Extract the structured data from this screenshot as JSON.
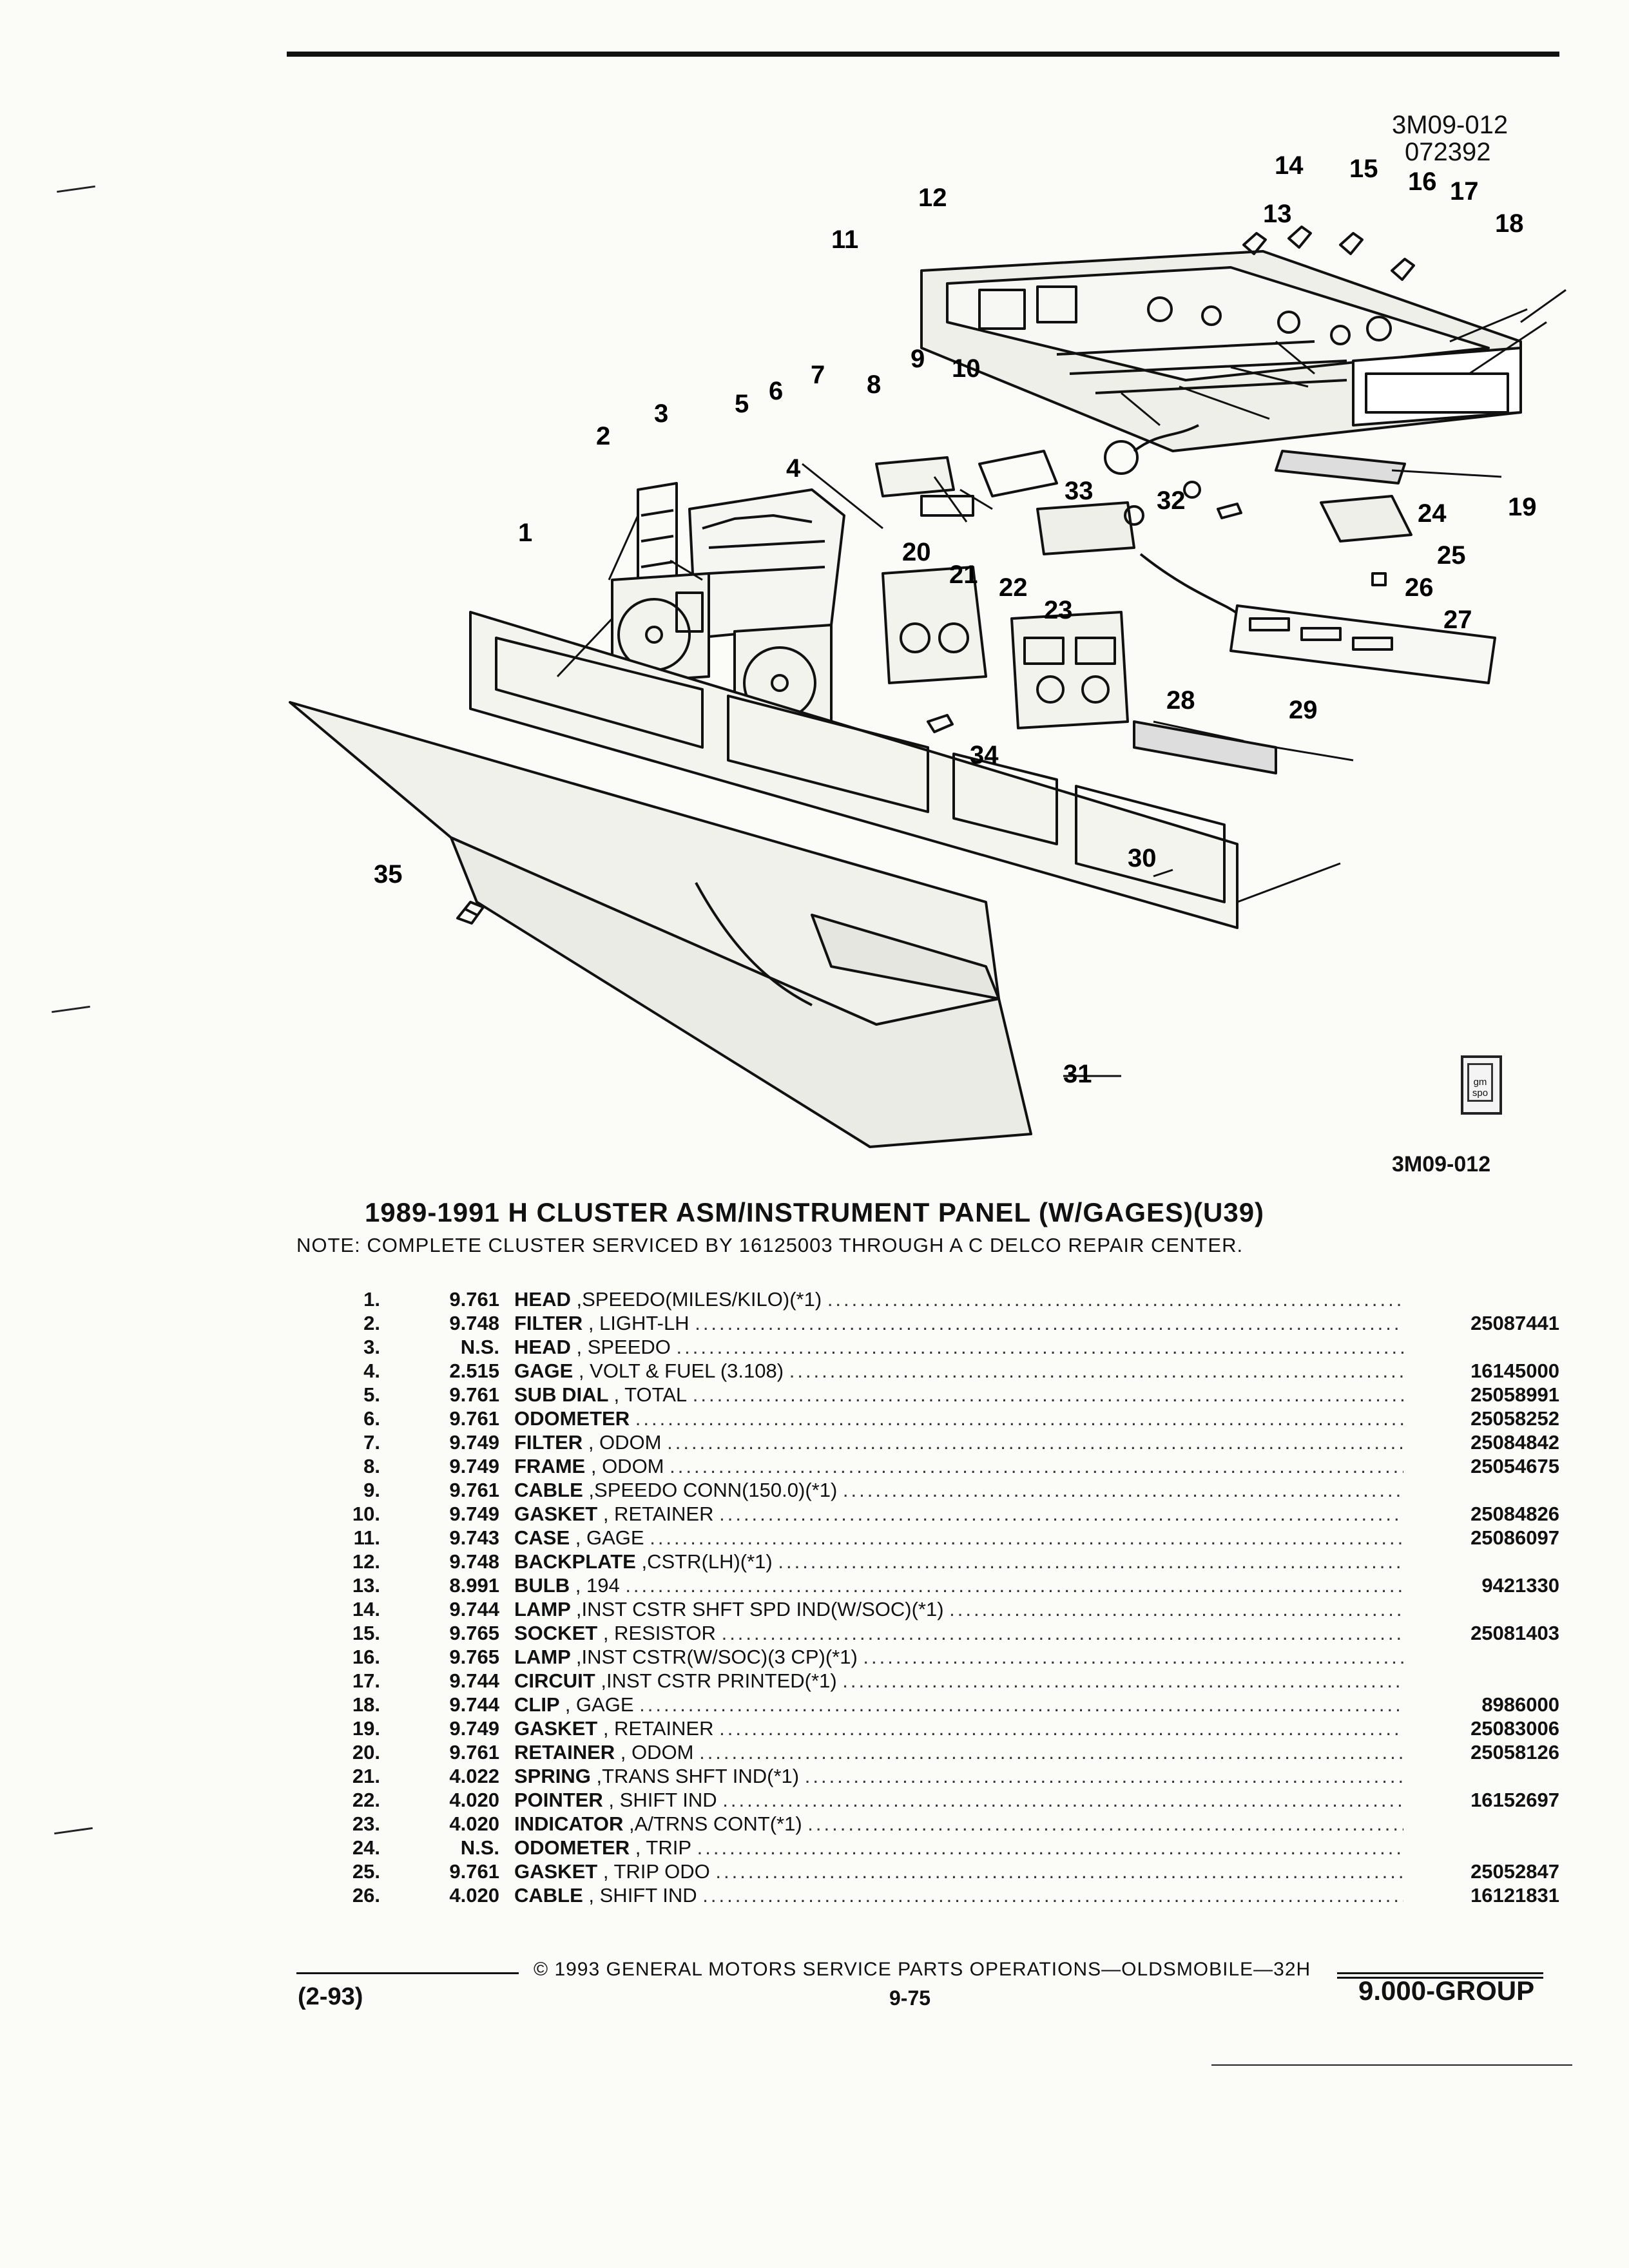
{
  "reference": {
    "top_code": "3M09-012",
    "top_date": "072392",
    "bottom_code": "3M09-012"
  },
  "diagram": {
    "callouts": [
      "1",
      "2",
      "3",
      "4",
      "5",
      "6",
      "7",
      "8",
      "9",
      "10",
      "11",
      "12",
      "13",
      "14",
      "15",
      "16",
      "17",
      "18",
      "19",
      "20",
      "21",
      "22",
      "23",
      "24",
      "25",
      "26",
      "27",
      "28",
      "29",
      "30",
      "31",
      "32",
      "33",
      "34",
      "35"
    ]
  },
  "logo": {
    "text": "gm spo"
  },
  "title": "1989-1991 H CLUSTER ASM/INSTRUMENT PANEL (W/GAGES)(U39)",
  "note": "NOTE:  COMPLETE CLUSTER SERVICED BY 16125003 THROUGH A C DELCO REPAIR CENTER.",
  "parts": [
    {
      "num": "1.",
      "group": "9.761",
      "name": "HEAD",
      "desc": ",SPEEDO(MILES/KILO)(*1)",
      "part_no": ""
    },
    {
      "num": "2.",
      "group": "9.748",
      "name": "FILTER",
      "desc": ", LIGHT-LH",
      "part_no": "25087441"
    },
    {
      "num": "3.",
      "group": "N.S.",
      "name": "HEAD",
      "desc": ", SPEEDO",
      "part_no": ""
    },
    {
      "num": "4.",
      "group": "2.515",
      "name": "GAGE",
      "desc": ", VOLT & FUEL (3.108)",
      "part_no": "16145000"
    },
    {
      "num": "5.",
      "group": "9.761",
      "name": "SUB DIAL",
      "desc": ", TOTAL",
      "part_no": "25058991"
    },
    {
      "num": "6.",
      "group": "9.761",
      "name": "ODOMETER",
      "desc": "",
      "part_no": "25058252"
    },
    {
      "num": "7.",
      "group": "9.749",
      "name": "FILTER",
      "desc": ", ODOM",
      "part_no": "25084842"
    },
    {
      "num": "8.",
      "group": "9.749",
      "name": "FRAME",
      "desc": ", ODOM",
      "part_no": "25054675"
    },
    {
      "num": "9.",
      "group": "9.761",
      "name": "CABLE",
      "desc": ",SPEEDO CONN(150.0)(*1)",
      "part_no": ""
    },
    {
      "num": "10.",
      "group": "9.749",
      "name": "GASKET",
      "desc": ", RETAINER",
      "part_no": "25084826"
    },
    {
      "num": "11.",
      "group": "9.743",
      "name": "CASE",
      "desc": ", GAGE",
      "part_no": "25086097"
    },
    {
      "num": "12.",
      "group": "9.748",
      "name": "BACKPLATE",
      "desc": ",CSTR(LH)(*1)",
      "part_no": ""
    },
    {
      "num": "13.",
      "group": "8.991",
      "name": "BULB",
      "desc": ", 194",
      "part_no": "9421330"
    },
    {
      "num": "14.",
      "group": "9.744",
      "name": "LAMP",
      "desc": ",INST CSTR SHFT SPD IND(W/SOC)(*1)",
      "part_no": ""
    },
    {
      "num": "15.",
      "group": "9.765",
      "name": "SOCKET",
      "desc": ", RESISTOR",
      "part_no": "25081403"
    },
    {
      "num": "16.",
      "group": "9.765",
      "name": "LAMP",
      "desc": ",INST CSTR(W/SOC)(3 CP)(*1)",
      "part_no": ""
    },
    {
      "num": "17.",
      "group": "9.744",
      "name": "CIRCUIT",
      "desc": ",INST CSTR PRINTED(*1)",
      "part_no": ""
    },
    {
      "num": "18.",
      "group": "9.744",
      "name": "CLIP",
      "desc": ", GAGE",
      "part_no": "8986000"
    },
    {
      "num": "19.",
      "group": "9.749",
      "name": "GASKET",
      "desc": ", RETAINER",
      "part_no": "25083006"
    },
    {
      "num": "20.",
      "group": "9.761",
      "name": "RETAINER",
      "desc": ", ODOM",
      "part_no": "25058126"
    },
    {
      "num": "21.",
      "group": "4.022",
      "name": "SPRING",
      "desc": ",TRANS SHFT IND(*1)",
      "part_no": ""
    },
    {
      "num": "22.",
      "group": "4.020",
      "name": "POINTER",
      "desc": ", SHIFT IND",
      "part_no": "16152697"
    },
    {
      "num": "23.",
      "group": "4.020",
      "name": "INDICATOR",
      "desc": ",A/TRNS CONT(*1)",
      "part_no": ""
    },
    {
      "num": "24.",
      "group": "N.S.",
      "name": "ODOMETER",
      "desc": ", TRIP",
      "part_no": ""
    },
    {
      "num": "25.",
      "group": "9.761",
      "name": "GASKET",
      "desc": ", TRIP ODO",
      "part_no": "25052847"
    },
    {
      "num": "26.",
      "group": "4.020",
      "name": "CABLE",
      "desc": ", SHIFT IND",
      "part_no": "16121831"
    }
  ],
  "footer": {
    "copyright": "©  1993  GENERAL MOTORS SERVICE PARTS OPERATIONS—OLDSMOBILE—32H",
    "date_code": "(2-93)",
    "page": "9-75",
    "group": "9.000-GROUP"
  }
}
